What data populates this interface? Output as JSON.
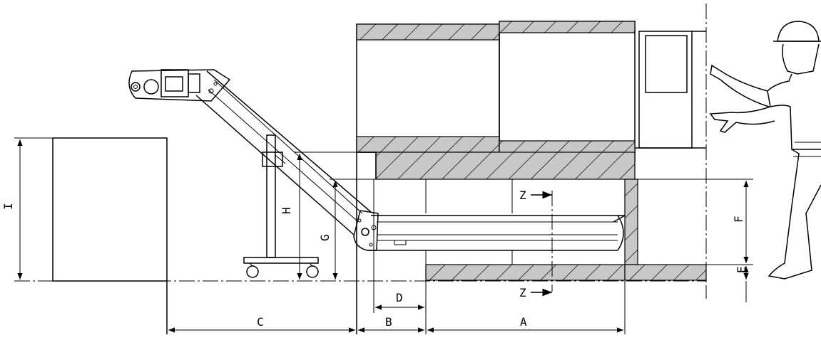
{
  "labels": {
    "A": "A",
    "B": "B",
    "C": "C",
    "D": "D",
    "E": "E",
    "F": "F",
    "G": "G",
    "H": "H",
    "I": "I",
    "section_top": "Z",
    "section_bottom": "Z"
  }
}
